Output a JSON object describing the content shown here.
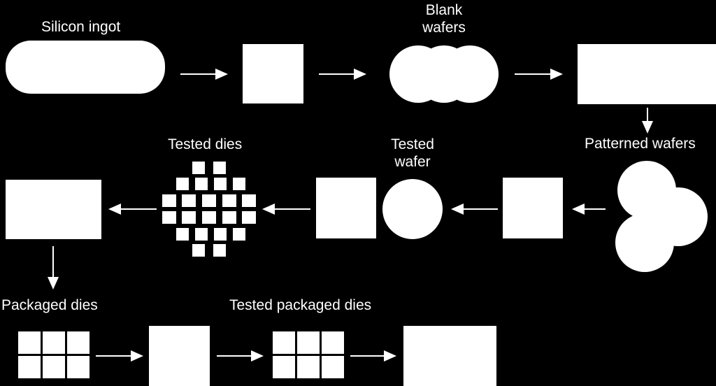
{
  "labels": {
    "silicon_ingot": "Silicon ingot",
    "blank_wafers_line1": "Blank",
    "blank_wafers_line2": "wafers",
    "patterned_wafers": "Patterned wafers",
    "tested_wafer_line1": "Tested",
    "tested_wafer_line2": "wafer",
    "tested_dies": "Tested dies",
    "packaged_dies": "Packaged dies",
    "tested_packaged_dies": "Tested packaged dies"
  },
  "colors": {
    "background": "#000000",
    "foreground": "#ffffff"
  }
}
